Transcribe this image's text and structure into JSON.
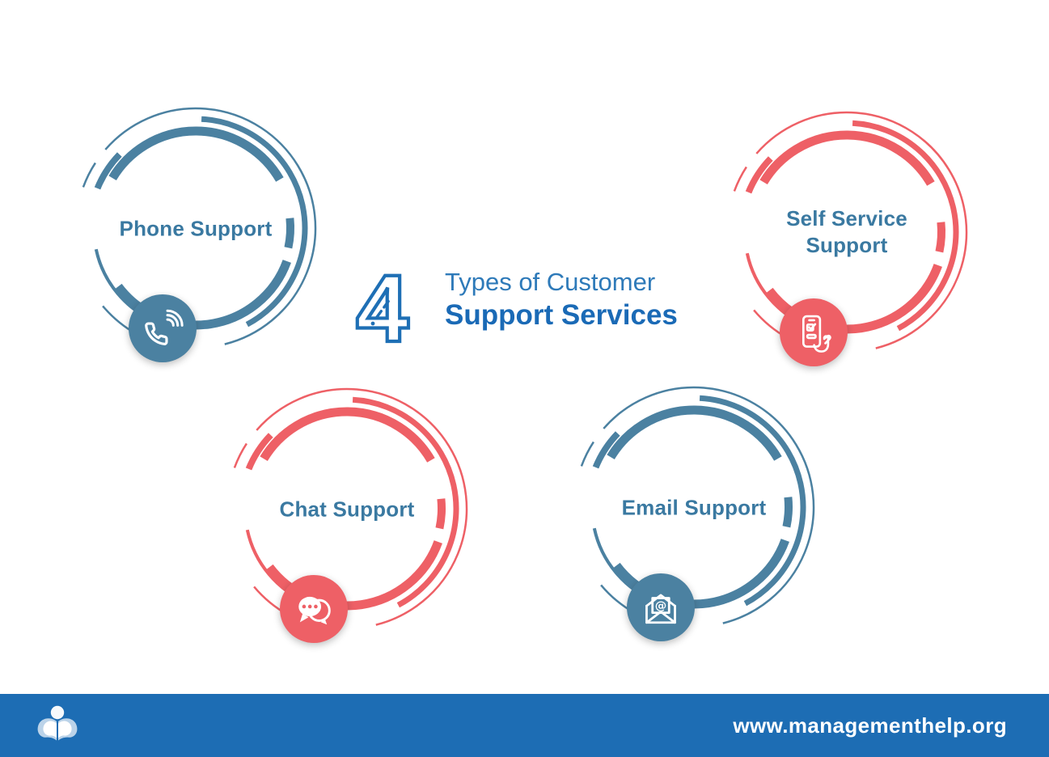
{
  "title": {
    "number": "4",
    "line1": "Types of Customer",
    "line2": "Support Services"
  },
  "items": [
    {
      "label": "Phone Support",
      "icon": "phone-handset-waves-icon",
      "theme": "blue"
    },
    {
      "label": "Self Service Support",
      "icon": "hand-holding-phone-icon",
      "theme": "red"
    },
    {
      "label": "Chat Support",
      "icon": "chat-bubbles-icon",
      "theme": "red"
    },
    {
      "label": "Email Support",
      "icon": "open-envelope-at-icon",
      "theme": "blue"
    }
  ],
  "footer": {
    "url": "www.managementhelp.org",
    "logo": "reader-open-book-logo"
  },
  "colors": {
    "steel_blue_ring": "#4b81a1",
    "coral_ring": "#ee6066",
    "label_blue": "#3a79a1",
    "title_blue": "#1e6fb5",
    "footer_bg": "#1d6db4",
    "background": "#ffffff"
  }
}
